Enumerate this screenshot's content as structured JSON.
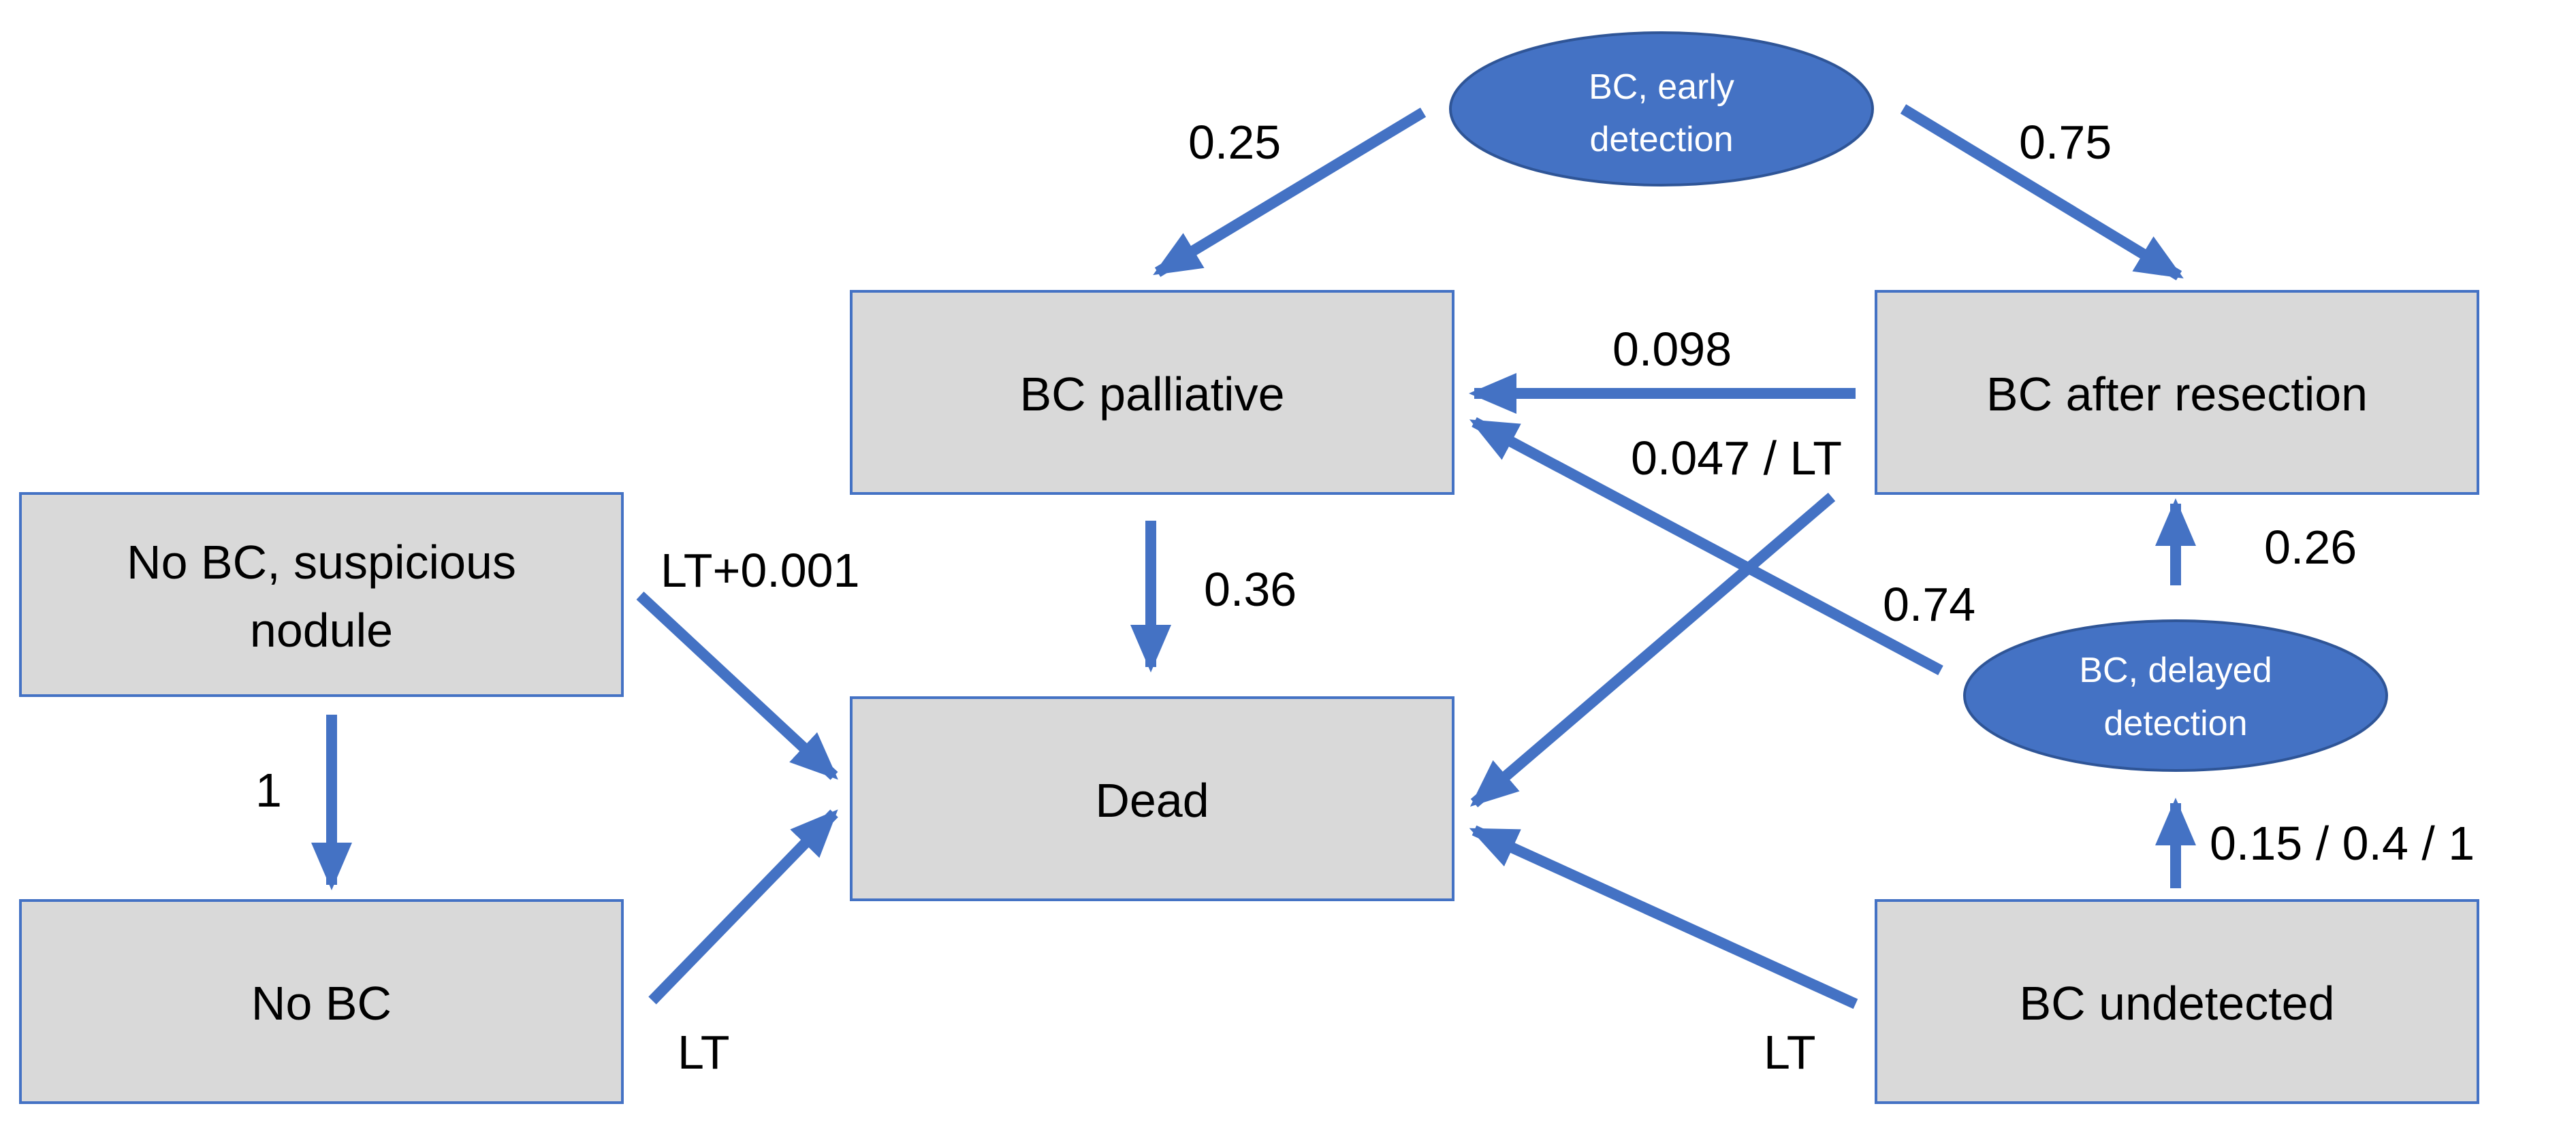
{
  "colors": {
    "node_fill": "#d9d9d9",
    "node_border": "#4472c4",
    "ellipse_fill": "#4472c4",
    "arrow": "#4472c4"
  },
  "nodes": {
    "bc_early": {
      "line1": "BC, early",
      "line2": "detection"
    },
    "bc_palliative": {
      "label": "BC palliative"
    },
    "bc_after_resection": {
      "label": "BC after resection"
    },
    "no_bc_suspicious": {
      "line1": "No BC, suspicious",
      "line2": "nodule"
    },
    "dead": {
      "label": "Dead"
    },
    "bc_delayed": {
      "line1": "BC, delayed",
      "line2": "detection"
    },
    "no_bc": {
      "label": "No BC"
    },
    "bc_undetected": {
      "label": "BC undetected"
    }
  },
  "edges": {
    "early_to_palliative": "0.25",
    "early_to_resection": "0.75",
    "resection_to_palliative": "0.098",
    "resection_to_dead": "0.047 / LT",
    "delayed_to_resection": "0.26",
    "delayed_to_palliative": "0.74",
    "palliative_to_dead": "0.36",
    "suspicious_to_dead": "LT+0.001",
    "suspicious_to_nobc": "1",
    "nobc_to_dead": "LT",
    "undetected_to_dead": "LT",
    "undetected_to_delayed": "0.15 / 0.4 / 1"
  }
}
